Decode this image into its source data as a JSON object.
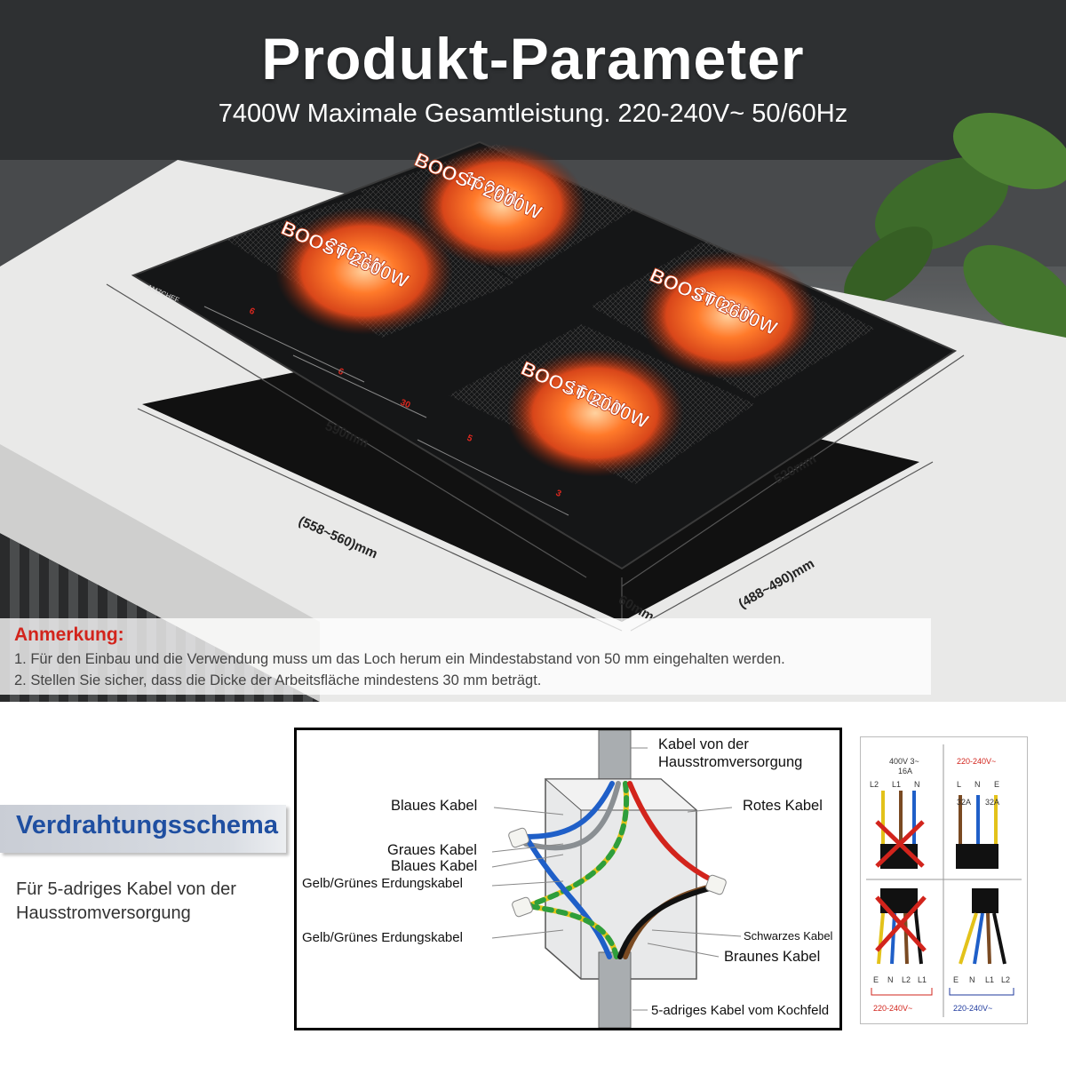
{
  "header": {
    "title": "Produkt-Parameter",
    "subtitle": "7400W Maximale Gesamtleistung.  220-240V~ 50/60Hz"
  },
  "brand": "AMZCHEF",
  "zones": [
    {
      "power": "1600W",
      "boost": "BOOST 2000W"
    },
    {
      "power": "2000W",
      "boost": "BOOST 2600W"
    },
    {
      "power": "2000W",
      "boost": "BOOST 2600W"
    },
    {
      "power": "1600W",
      "boost": "BOOST 2000W"
    }
  ],
  "controls": [
    "6",
    "6",
    "30",
    "5",
    "3"
  ],
  "dimensions": {
    "width": "590mm",
    "depth": "520mm",
    "cutout_width": "(558~560)mm",
    "cutout_depth": "(488~490)mm",
    "height": "60mm"
  },
  "note": {
    "title": "Anmerkung:",
    "line1": "1. Für den Einbau und die Verwendung muss um das Loch herum ein Mindestabstand von 50 mm eingehalten werden.",
    "line2": "2. Stellen Sie sicher, dass die Dicke der Arbeitsfläche mindestens 30 mm beträgt."
  },
  "wiring": {
    "title": "Verdrahtungsschema",
    "description": "Für 5-adriges Kabel von der Hausstromversorgung",
    "labels": {
      "supply": "Kabel von der Hausstromversorgung",
      "blue1": "Blaues Kabel",
      "grey": "Graues Kabel",
      "blue2": "Blaues Kabel",
      "earth1": "Gelb/Grünes Erdungskabel",
      "earth2": "Gelb/Grünes Erdungskabel",
      "red": "Rotes Kabel",
      "black": "Schwarzes Kabel",
      "brown": "Braunes Kabel",
      "hob_cable": "5-adriges Kabel vom Kochfeld"
    },
    "colors": {
      "blue": "#1f5fc8",
      "red": "#d2241c",
      "grey": "#8a8f93",
      "yellow": "#e3c21a",
      "green": "#2e9e3c",
      "brown": "#7a4a22",
      "black": "#111111"
    }
  },
  "mini_diagram": {
    "left_top": "400V 3~",
    "left_top2": "16A",
    "right_top": "220-240V~",
    "rating_32a": "32A",
    "bottom_left": "220-240V~",
    "bottom_right": "220-240V~",
    "terminals_top_left": [
      "L2",
      "L1",
      "N"
    ],
    "terminals_top_right": [
      "L",
      "N",
      "E"
    ],
    "terminals_bottom_left": [
      "E",
      "N",
      "L2",
      "L1"
    ],
    "terminals_bottom_right": [
      "E",
      "N",
      "L1",
      "L2"
    ]
  }
}
